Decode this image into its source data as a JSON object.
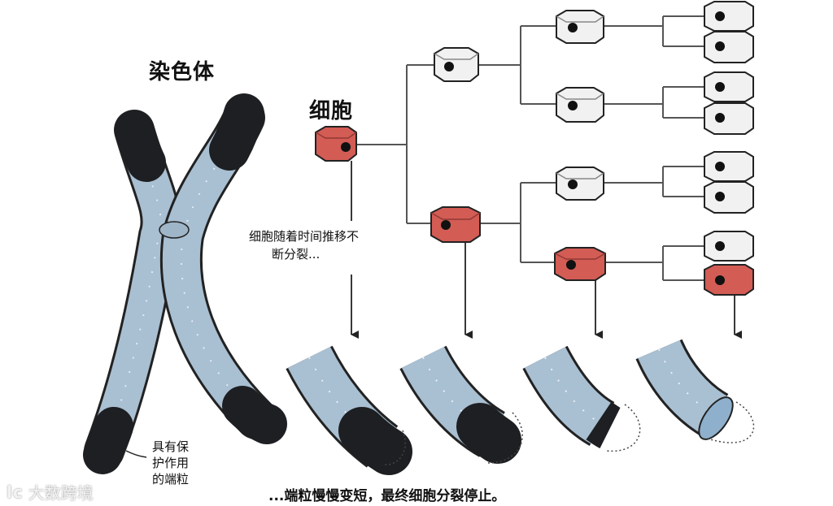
{
  "labels": {
    "chromosome": "染色体",
    "cell": "细胞",
    "division_note_line1": "细胞随着时间推移不",
    "division_note_line2": "断分裂...",
    "telomere_note_line1": "具有保",
    "telomere_note_line2": "护作用",
    "telomere_note_line3": "的端粒",
    "bottom_caption": "...端粒慢慢变短，最终细胞分裂停止。"
  },
  "watermark": {
    "logo": "lc",
    "text": "大数跨境"
  },
  "colors": {
    "telomere": "#1d1f22",
    "chromosome_body": "#a9bfd2",
    "chromosome_stripe": "#e8f0f6",
    "original_cell": "#d35c55",
    "daughter_cell": "#f1f1f1",
    "outline": "#222222",
    "connector": "#555555"
  }
}
